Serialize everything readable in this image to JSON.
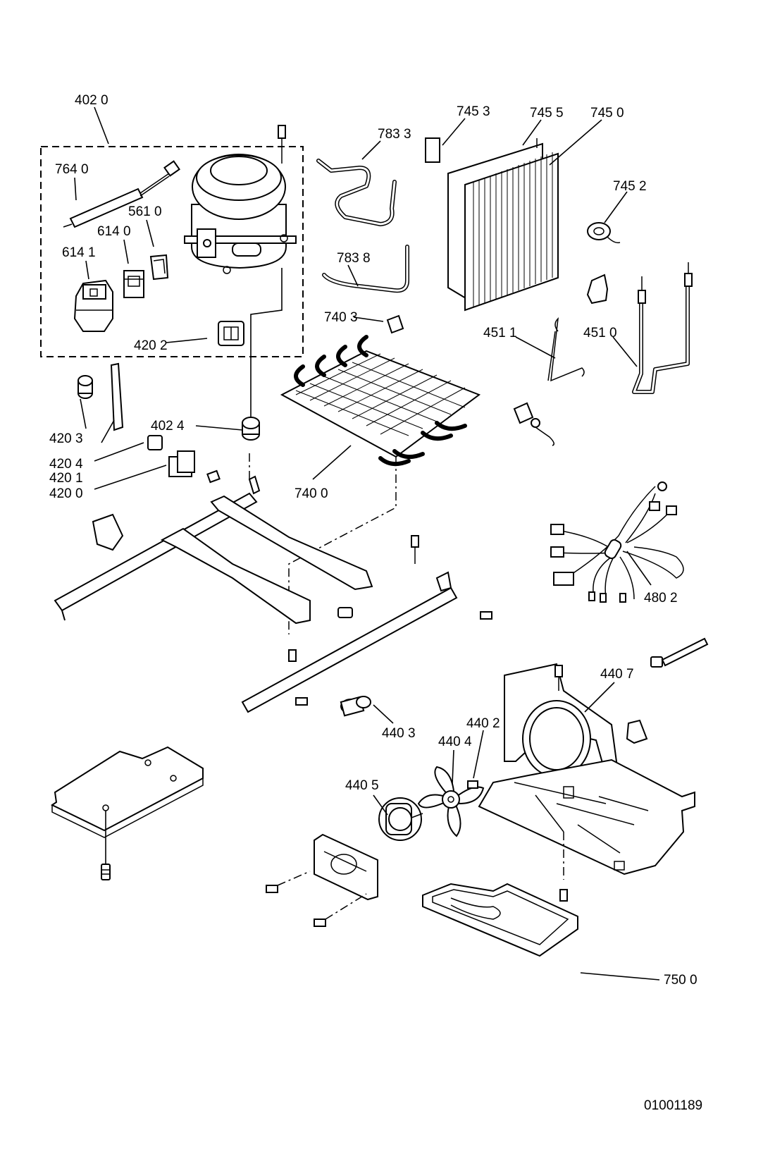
{
  "diagram_id": "01001189",
  "labels": [
    {
      "id": "4020",
      "text": "402 0"
    },
    {
      "id": "7640",
      "text": "764 0"
    },
    {
      "id": "5610",
      "text": "561 0"
    },
    {
      "id": "6140",
      "text": "614 0"
    },
    {
      "id": "6141",
      "text": "614 1"
    },
    {
      "id": "4202",
      "text": "420 2"
    },
    {
      "id": "7833",
      "text": "783 3"
    },
    {
      "id": "7838",
      "text": "783 8"
    },
    {
      "id": "7403",
      "text": "740 3"
    },
    {
      "id": "7453",
      "text": "745 3"
    },
    {
      "id": "7455",
      "text": "745 5"
    },
    {
      "id": "7450",
      "text": "745 0"
    },
    {
      "id": "7452",
      "text": "745 2"
    },
    {
      "id": "4511",
      "text": "451 1"
    },
    {
      "id": "4510",
      "text": "451 0"
    },
    {
      "id": "4203",
      "text": "420 3"
    },
    {
      "id": "4024",
      "text": "402 4"
    },
    {
      "id": "4204",
      "text": "420 4"
    },
    {
      "id": "4201",
      "text": "420 1"
    },
    {
      "id": "4200",
      "text": "420 0"
    },
    {
      "id": "7400",
      "text": "740 0"
    },
    {
      "id": "4802",
      "text": "480 2"
    },
    {
      "id": "4407",
      "text": "440 7"
    },
    {
      "id": "4403",
      "text": "440 3"
    },
    {
      "id": "4402",
      "text": "440 2"
    },
    {
      "id": "4404",
      "text": "440 4"
    },
    {
      "id": "4405",
      "text": "440 5"
    },
    {
      "id": "7500",
      "text": "750 0"
    }
  ]
}
